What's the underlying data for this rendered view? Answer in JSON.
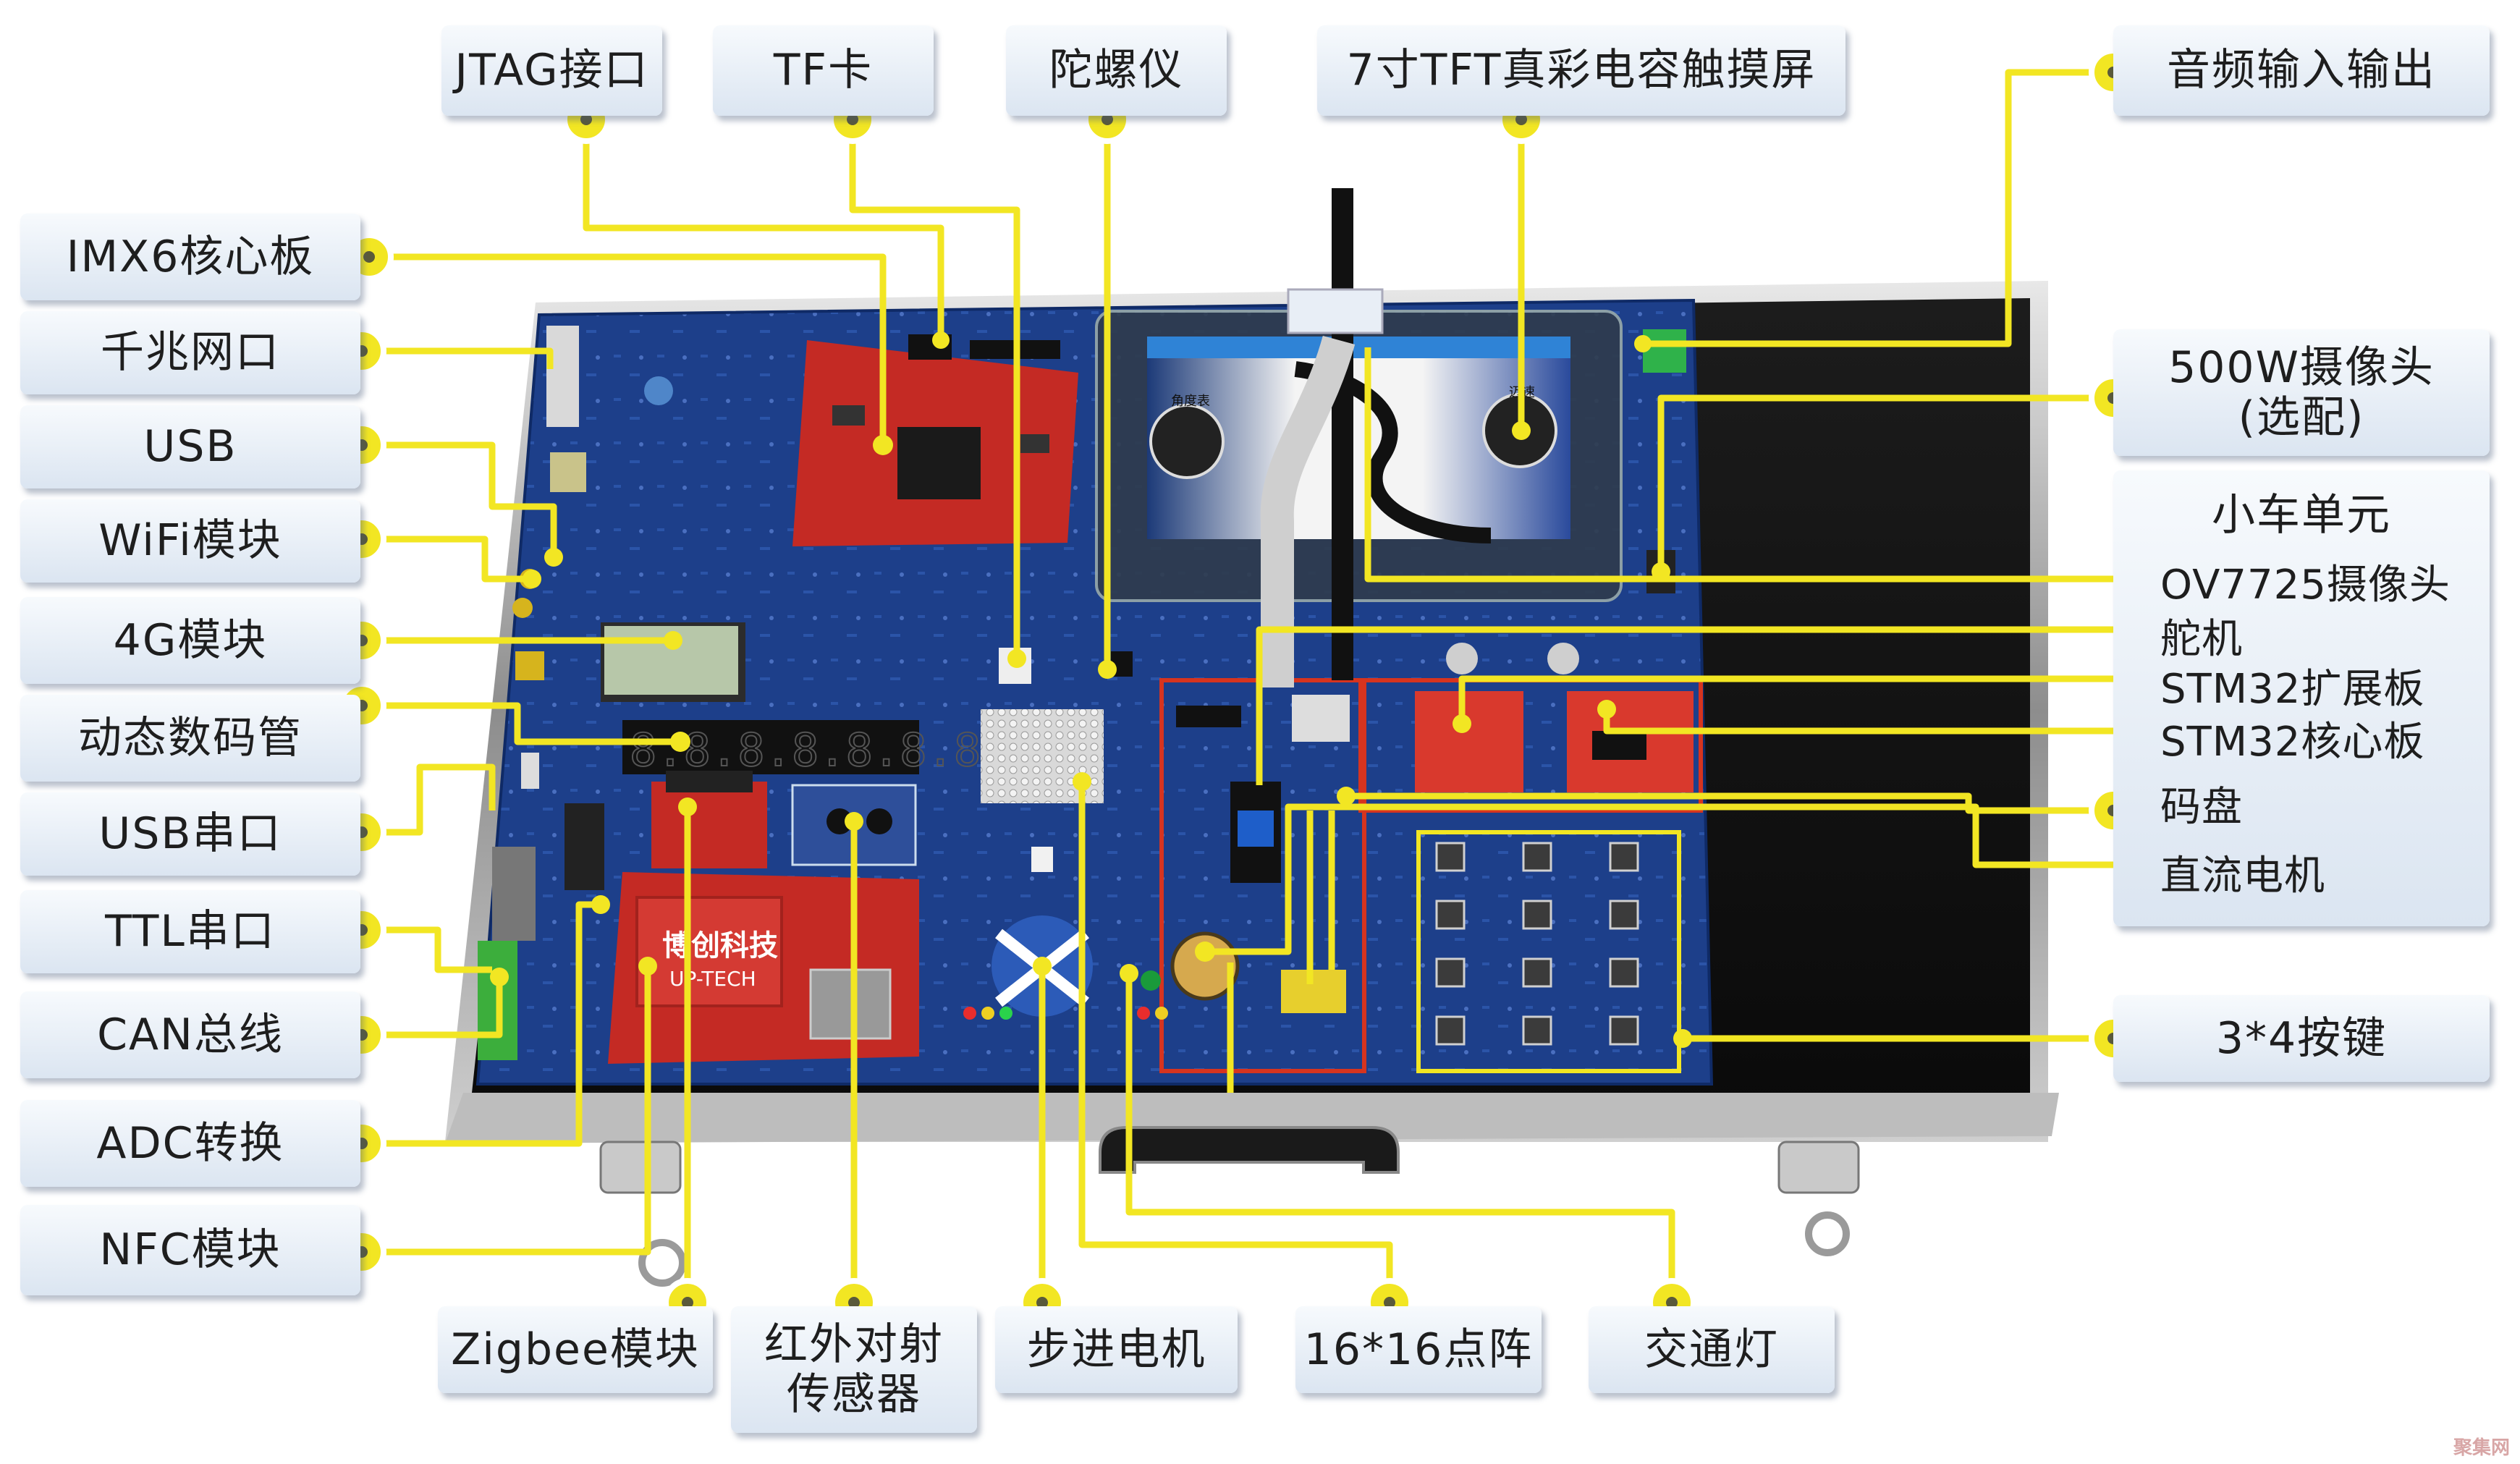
{
  "labels_top": [
    "JTAG接口",
    "TF卡",
    "陀螺仪",
    "7寸TFT真彩电容触摸屏",
    "音频输入输出"
  ],
  "labels_left": [
    "IMX6核心板",
    "千兆网口",
    "USB",
    "WiFi模块",
    "4G模块",
    "动态数码管",
    "USB串口",
    "TTL串口",
    "CAN总线",
    "ADC转换",
    "NFC模块"
  ],
  "labels_right": {
    "camera": [
      "500W摄像头",
      "(选配)"
    ],
    "car_unit_title": "小车单元",
    "car_unit_items": [
      "OV7725摄像头",
      "舵机",
      "STM32扩展板",
      "STM32核心板",
      "码盘",
      "直流电机"
    ],
    "keypad": "3*4按键"
  },
  "labels_bottom": {
    "zigbee": "Zigbee模块",
    "infrared": [
      "红外对射",
      "传感器"
    ],
    "stepper": "步进电机",
    "dot_matrix": "16*16点阵",
    "traffic_light": "交通灯"
  },
  "board_texts": {
    "nfc_board_brand": "博创科技",
    "nfc_board_brand_en": "UP-TECH",
    "screen_left_gauge": "角度表",
    "screen_right_gauge": "迈速"
  },
  "watermark": "聚集网",
  "colors": {
    "accent_yellow": "#f2e623",
    "board_blue": "#1d3f8a",
    "case_black": "#121212",
    "highlight_red": "#d6341f",
    "pcb_red": "#c42a24"
  }
}
